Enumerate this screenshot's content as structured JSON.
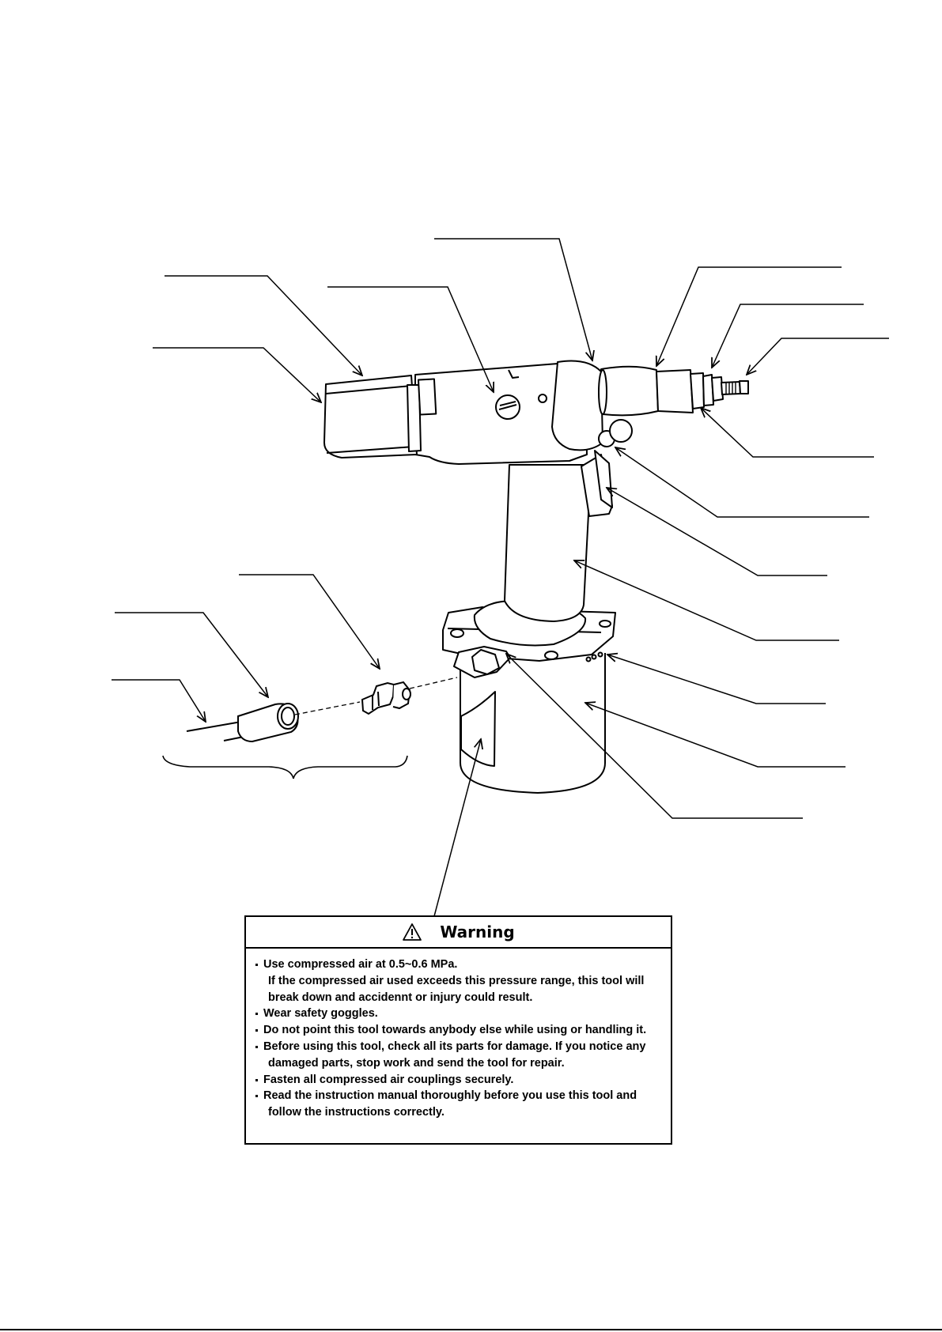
{
  "warning": {
    "title": "Warning",
    "icon": "warning-triangle-icon",
    "items": [
      {
        "text": "Use compressed air at 0.5~0.6 MPa.",
        "bullet": true
      },
      {
        "text": "If the compressed air used exceeds this pressure range, this tool will",
        "bullet": false
      },
      {
        "text": "break down and accidennt or injury could result.",
        "bullet": false
      },
      {
        "text": "Wear safety goggles.",
        "bullet": true
      },
      {
        "text": "Do not point this tool towards anybody else while using or handling it.",
        "bullet": true
      },
      {
        "text": "Before using this tool, check all its parts for damage. If you notice any",
        "bullet": true
      },
      {
        "text": "damaged parts, stop work and send the tool for repair.",
        "bullet": false
      },
      {
        "text": "Fasten all compressed air couplings securely.",
        "bullet": true
      },
      {
        "text": "Read the instruction manual thoroughly before you use this tool and",
        "bullet": true
      },
      {
        "text": "follow the instructions correctly.",
        "bullet": false
      }
    ]
  }
}
